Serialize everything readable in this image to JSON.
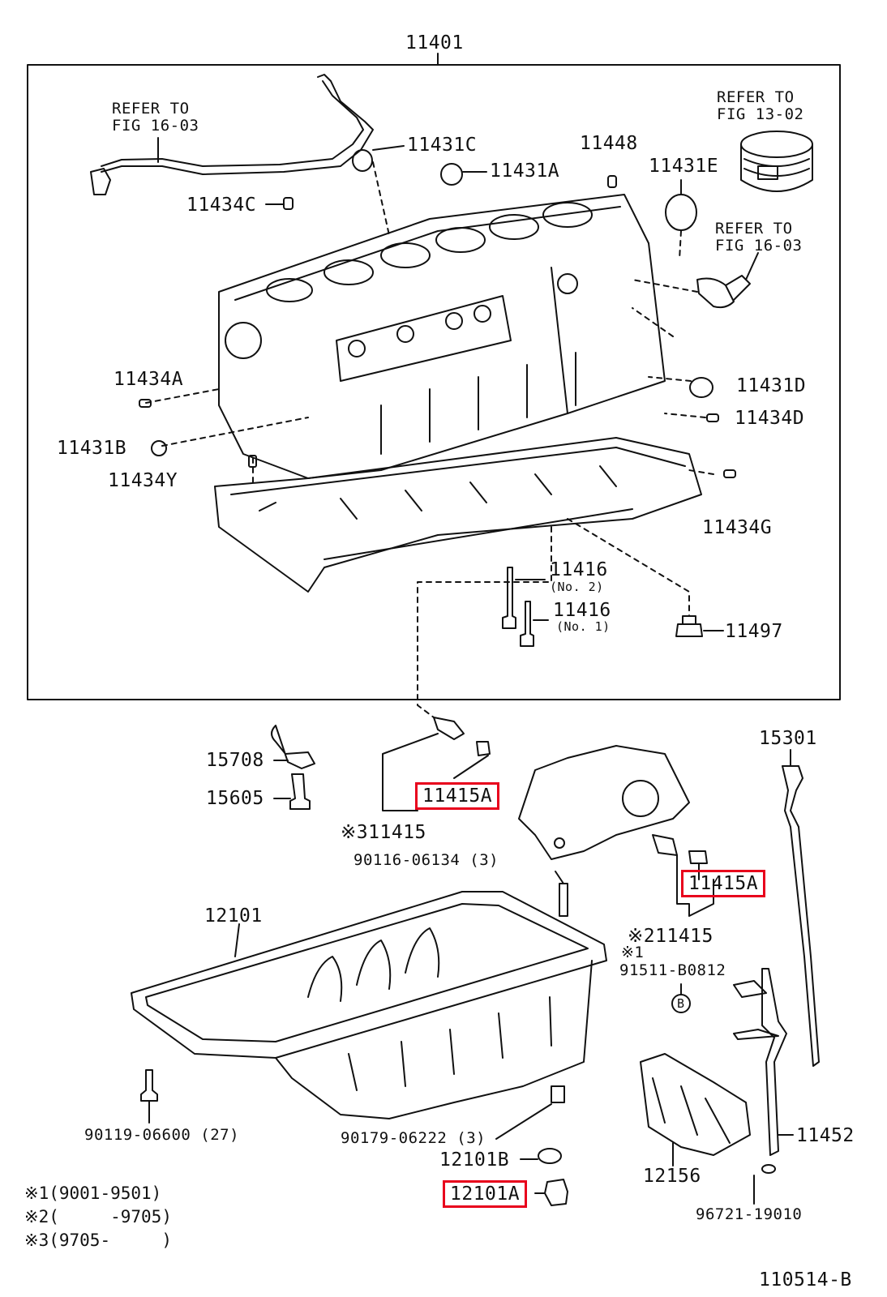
{
  "diagram": {
    "group_label": "11401",
    "figure_code": "110514-B",
    "highlight_color": "#e8001c",
    "callouts": {
      "refer_fig_16_03_a": "REFER TO\nFIG 16-03",
      "refer_fig_13_02": "REFER TO\nFIG 13-02",
      "refer_fig_16_03_b": "REFER TO\nFIG 16-03",
      "p11431C": "11431C",
      "p11431A": "11431A",
      "p11448": "11448",
      "p11431E": "11431E",
      "p11434C": "11434C",
      "p11434A": "11434A",
      "p11431B": "11431B",
      "p11434Y": "11434Y",
      "p11431D": "11431D",
      "p11434D": "11434D",
      "p11434G": "11434G",
      "p11416_no2": "11416",
      "p11416_no2_sub": "(No. 2)",
      "p11416_no1": "11416",
      "p11416_no1_sub": "(No. 1)",
      "p11497": "11497",
      "p15708": "15708",
      "p15605": "15605",
      "p11415A_left": "11415A",
      "p311415": "※311415",
      "p90116": "90116-06134 (3)",
      "p15301": "15301",
      "p11415A_right": "11415A",
      "p211415": "※211415",
      "p_note1": "※1",
      "p91511": "91511-B0812",
      "p12101": "12101",
      "p90119": "90119-06600 (27)",
      "p90179": "90179-06222 (3)",
      "p12101B": "12101B",
      "p12101A": "12101A",
      "p11452": "11452",
      "p12156": "12156",
      "p96721": "96721-19010",
      "bolt_marker": "B"
    },
    "notes": [
      "※1(9001-9501)",
      "※2(     -9705)",
      "※3(9705-     )"
    ]
  }
}
